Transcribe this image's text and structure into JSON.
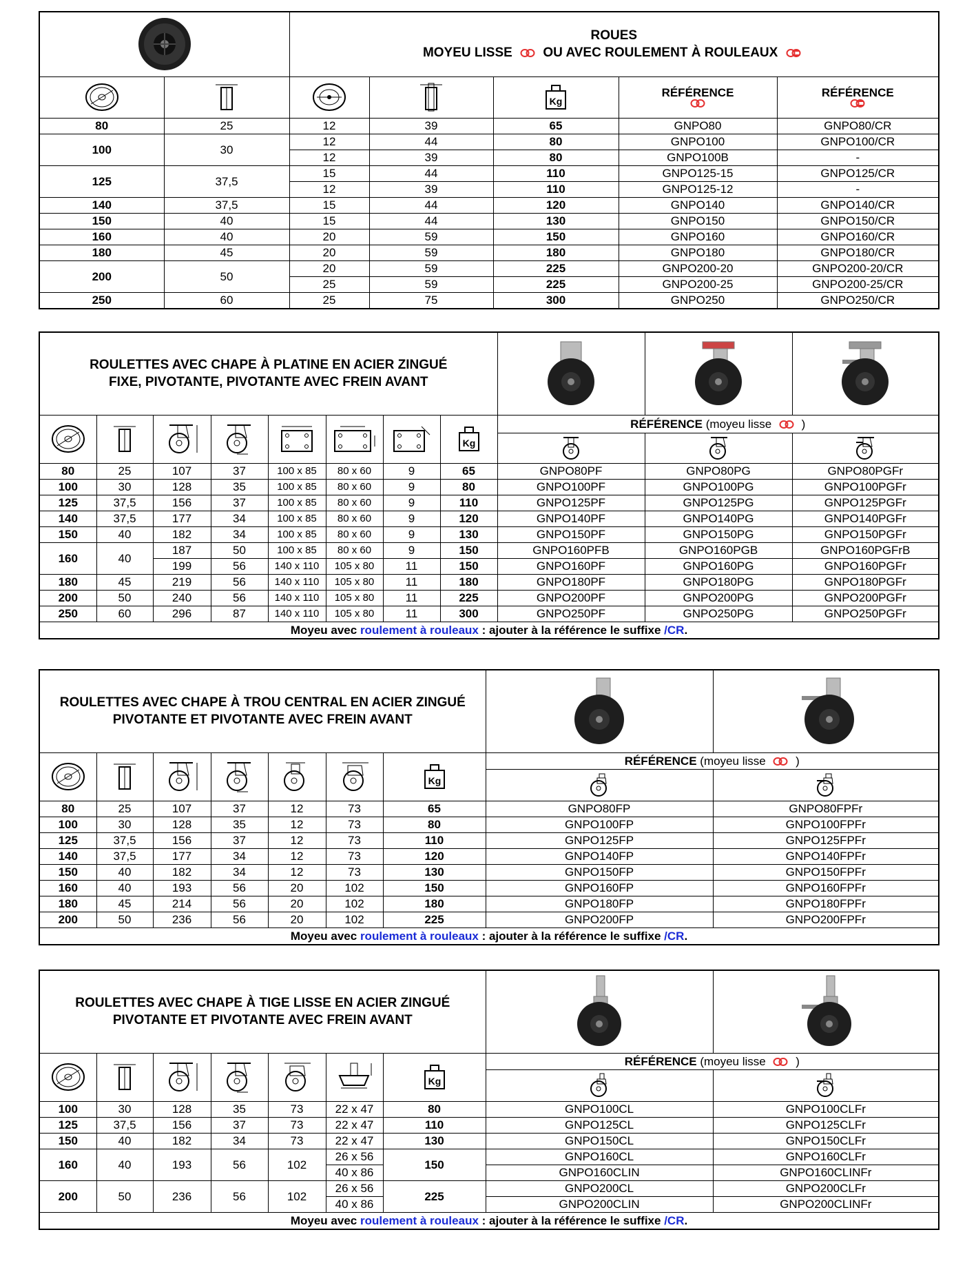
{
  "wheels": {
    "title_line1": "ROUES",
    "title_line2_a": "MOYEU LISSE",
    "title_line2_b": "OU AVEC ROULEMENT À ROULEAUX",
    "ref_plain_label": "RÉFÉRENCE",
    "ref_roller_label": "RÉFÉRENCE",
    "rows": [
      {
        "d": "80",
        "w": "25",
        "bore": "12",
        "hub": "39",
        "kg": "65",
        "ref": "GNPO80",
        "ref_cr": "GNPO80/CR"
      },
      {
        "d": "100",
        "w": "30",
        "bore": "12",
        "hub": "44",
        "kg": "80",
        "ref": "GNPO100",
        "ref_cr": "GNPO100/CR"
      },
      {
        "bore": "12",
        "hub": "39",
        "kg": "80",
        "ref": "GNPO100B",
        "ref_cr": "-"
      },
      {
        "d": "125",
        "w": "37,5",
        "bore": "15",
        "hub": "44",
        "kg": "110",
        "ref": "GNPO125-15",
        "ref_cr": "GNPO125/CR"
      },
      {
        "bore": "12",
        "hub": "39",
        "kg": "110",
        "ref": "GNPO125-12",
        "ref_cr": "-"
      },
      {
        "d": "140",
        "w": "37,5",
        "bore": "15",
        "hub": "44",
        "kg": "120",
        "ref": "GNPO140",
        "ref_cr": "GNPO140/CR"
      },
      {
        "d": "150",
        "w": "40",
        "bore": "15",
        "hub": "44",
        "kg": "130",
        "ref": "GNPO150",
        "ref_cr": "GNPO150/CR"
      },
      {
        "d": "160",
        "w": "40",
        "bore": "20",
        "hub": "59",
        "kg": "150",
        "ref": "GNPO160",
        "ref_cr": "GNPO160/CR"
      },
      {
        "d": "180",
        "w": "45",
        "bore": "20",
        "hub": "59",
        "kg": "180",
        "ref": "GNPO180",
        "ref_cr": "GNPO180/CR"
      },
      {
        "d": "200",
        "w": "50",
        "bore": "20",
        "hub": "59",
        "kg": "225",
        "ref": "GNPO200-20",
        "ref_cr": "GNPO200-20/CR"
      },
      {
        "bore": "25",
        "hub": "59",
        "kg": "225",
        "ref": "GNPO200-25",
        "ref_cr": "GNPO200-25/CR"
      },
      {
        "d": "250",
        "w": "60",
        "bore": "25",
        "hub": "75",
        "kg": "300",
        "ref": "GNPO250",
        "ref_cr": "GNPO250/CR"
      }
    ]
  },
  "platine": {
    "title_line1": "ROULETTES AVEC CHAPE  À PLATINE EN ACIER ZINGUÉ",
    "title_line2": "FIXE, PIVOTANTE, PIVOTANTE AVEC FREIN AVANT",
    "ref_label": "RÉFÉRENCE",
    "ref_note_a": "(moyeu lisse",
    "ref_note_b": ")",
    "rows": [
      {
        "d": "80",
        "w": "25",
        "h": "107",
        "off": "37",
        "plate": "100 x 85",
        "holes": "80 x 60",
        "bolt": "9",
        "kg": "65",
        "pf": "GNPO80PF",
        "pg": "GNPO80PG",
        "pgfr": "GNPO80PGFr"
      },
      {
        "d": "100",
        "w": "30",
        "h": "128",
        "off": "35",
        "plate": "100 x 85",
        "holes": "80 x 60",
        "bolt": "9",
        "kg": "80",
        "pf": "GNPO100PF",
        "pg": "GNPO100PG",
        "pgfr": "GNPO100PGFr"
      },
      {
        "d": "125",
        "w": "37,5",
        "h": "156",
        "off": "37",
        "plate": "100 x 85",
        "holes": "80 x 60",
        "bolt": "9",
        "kg": "110",
        "pf": "GNPO125PF",
        "pg": "GNPO125PG",
        "pgfr": "GNPO125PGFr"
      },
      {
        "d": "140",
        "w": "37,5",
        "h": "177",
        "off": "34",
        "plate": "100 x 85",
        "holes": "80 x 60",
        "bolt": "9",
        "kg": "120",
        "pf": "GNPO140PF",
        "pg": "GNPO140PG",
        "pgfr": "GNPO140PGFr"
      },
      {
        "d": "150",
        "w": "40",
        "h": "182",
        "off": "34",
        "plate": "100 x 85",
        "holes": "80 x 60",
        "bolt": "9",
        "kg": "130",
        "pf": "GNPO150PF",
        "pg": "GNPO150PG",
        "pgfr": "GNPO150PGFr"
      },
      {
        "d": "160",
        "w": "40",
        "h": "187",
        "off": "50",
        "plate": "100 x 85",
        "holes": "80 x 60",
        "bolt": "9",
        "kg": "150",
        "pf": "GNPO160PFB",
        "pg": "GNPO160PGB",
        "pgfr": "GNPO160PGFrB"
      },
      {
        "h": "199",
        "off": "56",
        "plate": "140 x 110",
        "holes": "105 x 80",
        "bolt": "11",
        "kg": "150",
        "pf": "GNPO160PF",
        "pg": "GNPO160PG",
        "pgfr": "GNPO160PGFr"
      },
      {
        "d": "180",
        "w": "45",
        "h": "219",
        "off": "56",
        "plate": "140 x 110",
        "holes": "105 x 80",
        "bolt": "11",
        "kg": "180",
        "pf": "GNPO180PF",
        "pg": "GNPO180PG",
        "pgfr": "GNPO180PGFr"
      },
      {
        "d": "200",
        "w": "50",
        "h": "240",
        "off": "56",
        "plate": "140 x 110",
        "holes": "105 x 80",
        "bolt": "11",
        "kg": "225",
        "pf": "GNPO200PF",
        "pg": "GNPO200PG",
        "pgfr": "GNPO200PGFr"
      },
      {
        "d": "250",
        "w": "60",
        "h": "296",
        "off": "87",
        "plate": "140 x 110",
        "holes": "105 x 80",
        "bolt": "11",
        "kg": "300",
        "pf": "GNPO250PF",
        "pg": "GNPO250PG",
        "pgfr": "GNPO250PGFr"
      }
    ]
  },
  "trou": {
    "title_line1": "ROULETTES AVEC CHAPE  À TROU CENTRAL EN ACIER ZINGUÉ",
    "title_line2": "PIVOTANTE ET PIVOTANTE AVEC FREIN AVANT",
    "ref_label": "RÉFÉRENCE",
    "ref_note_a": "(moyeu lisse",
    "ref_note_b": ")",
    "rows": [
      {
        "d": "80",
        "w": "25",
        "h": "107",
        "off": "37",
        "hole": "12",
        "top": "73",
        "kg": "65",
        "fp": "GNPO80FP",
        "fpfr": "GNPO80FPFr"
      },
      {
        "d": "100",
        "w": "30",
        "h": "128",
        "off": "35",
        "hole": "12",
        "top": "73",
        "kg": "80",
        "fp": "GNPO100FP",
        "fpfr": "GNPO100FPFr"
      },
      {
        "d": "125",
        "w": "37,5",
        "h": "156",
        "off": "37",
        "hole": "12",
        "top": "73",
        "kg": "110",
        "fp": "GNPO125FP",
        "fpfr": "GNPO125FPFr"
      },
      {
        "d": "140",
        "w": "37,5",
        "h": "177",
        "off": "34",
        "hole": "12",
        "top": "73",
        "kg": "120",
        "fp": "GNPO140FP",
        "fpfr": "GNPO140FPFr"
      },
      {
        "d": "150",
        "w": "40",
        "h": "182",
        "off": "34",
        "hole": "12",
        "top": "73",
        "kg": "130",
        "fp": "GNPO150FP",
        "fpfr": "GNPO150FPFr"
      },
      {
        "d": "160",
        "w": "40",
        "h": "193",
        "off": "56",
        "hole": "20",
        "top": "102",
        "kg": "150",
        "fp": "GNPO160FP",
        "fpfr": "GNPO160FPFr"
      },
      {
        "d": "180",
        "w": "45",
        "h": "214",
        "off": "56",
        "hole": "20",
        "top": "102",
        "kg": "180",
        "fp": "GNPO180FP",
        "fpfr": "GNPO180FPFr"
      },
      {
        "d": "200",
        "w": "50",
        "h": "236",
        "off": "56",
        "hole": "20",
        "top": "102",
        "kg": "225",
        "fp": "GNPO200FP",
        "fpfr": "GNPO200FPFr"
      }
    ]
  },
  "tige": {
    "title_line1": "ROULETTES AVEC CHAPE  À TIGE LISSE EN ACIER ZINGUÉ",
    "title_line2": "PIVOTANTE ET PIVOTANTE AVEC FREIN AVANT",
    "ref_label": "RÉFÉRENCE",
    "ref_note_a": "(moyeu lisse",
    "ref_note_b": ")",
    "rows": [
      {
        "d": "100",
        "w": "30",
        "h": "128",
        "off": "35",
        "top": "73",
        "stem": "22 x 47",
        "kg": "80",
        "cl": "GNPO100CL",
        "clfr": "GNPO100CLFr"
      },
      {
        "d": "125",
        "w": "37,5",
        "h": "156",
        "off": "37",
        "top": "73",
        "stem": "22 x 47",
        "kg": "110",
        "cl": "GNPO125CL",
        "clfr": "GNPO125CLFr"
      },
      {
        "d": "150",
        "w": "40",
        "h": "182",
        "off": "34",
        "top": "73",
        "stem": "22 x 47",
        "kg": "130",
        "cl": "GNPO150CL",
        "clfr": "GNPO150CLFr"
      },
      {
        "d": "160",
        "w": "40",
        "h": "193",
        "off": "56",
        "top": "102",
        "stem": "26 x 56",
        "kg": "150",
        "cl": "GNPO160CL",
        "clfr": "GNPO160CLFr"
      },
      {
        "stem": "40 x 86",
        "cl": "GNPO160CLIN",
        "clfr": "GNPO160CLINFr"
      },
      {
        "d": "200",
        "w": "50",
        "h": "236",
        "off": "56",
        "top": "102",
        "stem": "26 x 56",
        "kg": "225",
        "cl": "GNPO200CL",
        "clfr": "GNPO200CLFr"
      },
      {
        "stem": "40 x 86",
        "cl": "GNPO200CLIN",
        "clfr": "GNPO200CLINFr"
      }
    ]
  },
  "footer": {
    "part1": "Moyeu avec",
    "part2": "roulement à rouleaux",
    "part3": " : ajouter à la référence le suffixe",
    "part4": "/CR",
    "part5": "."
  },
  "icons": {
    "wheel_photo": "wheel-photo",
    "diameter": "wheel-diameter-icon",
    "width": "wheel-width-icon",
    "hub_bore": "hub-bore-icon",
    "hub_length": "hub-length-icon",
    "weight": "weight-kg-icon",
    "plain_hub": "plain-hub-symbol",
    "roller_hub": "roller-bearing-symbol"
  },
  "colors": {
    "accent_red": "#e53030",
    "link_blue": "#1a2bd6"
  },
  "weight_label": "Kg"
}
